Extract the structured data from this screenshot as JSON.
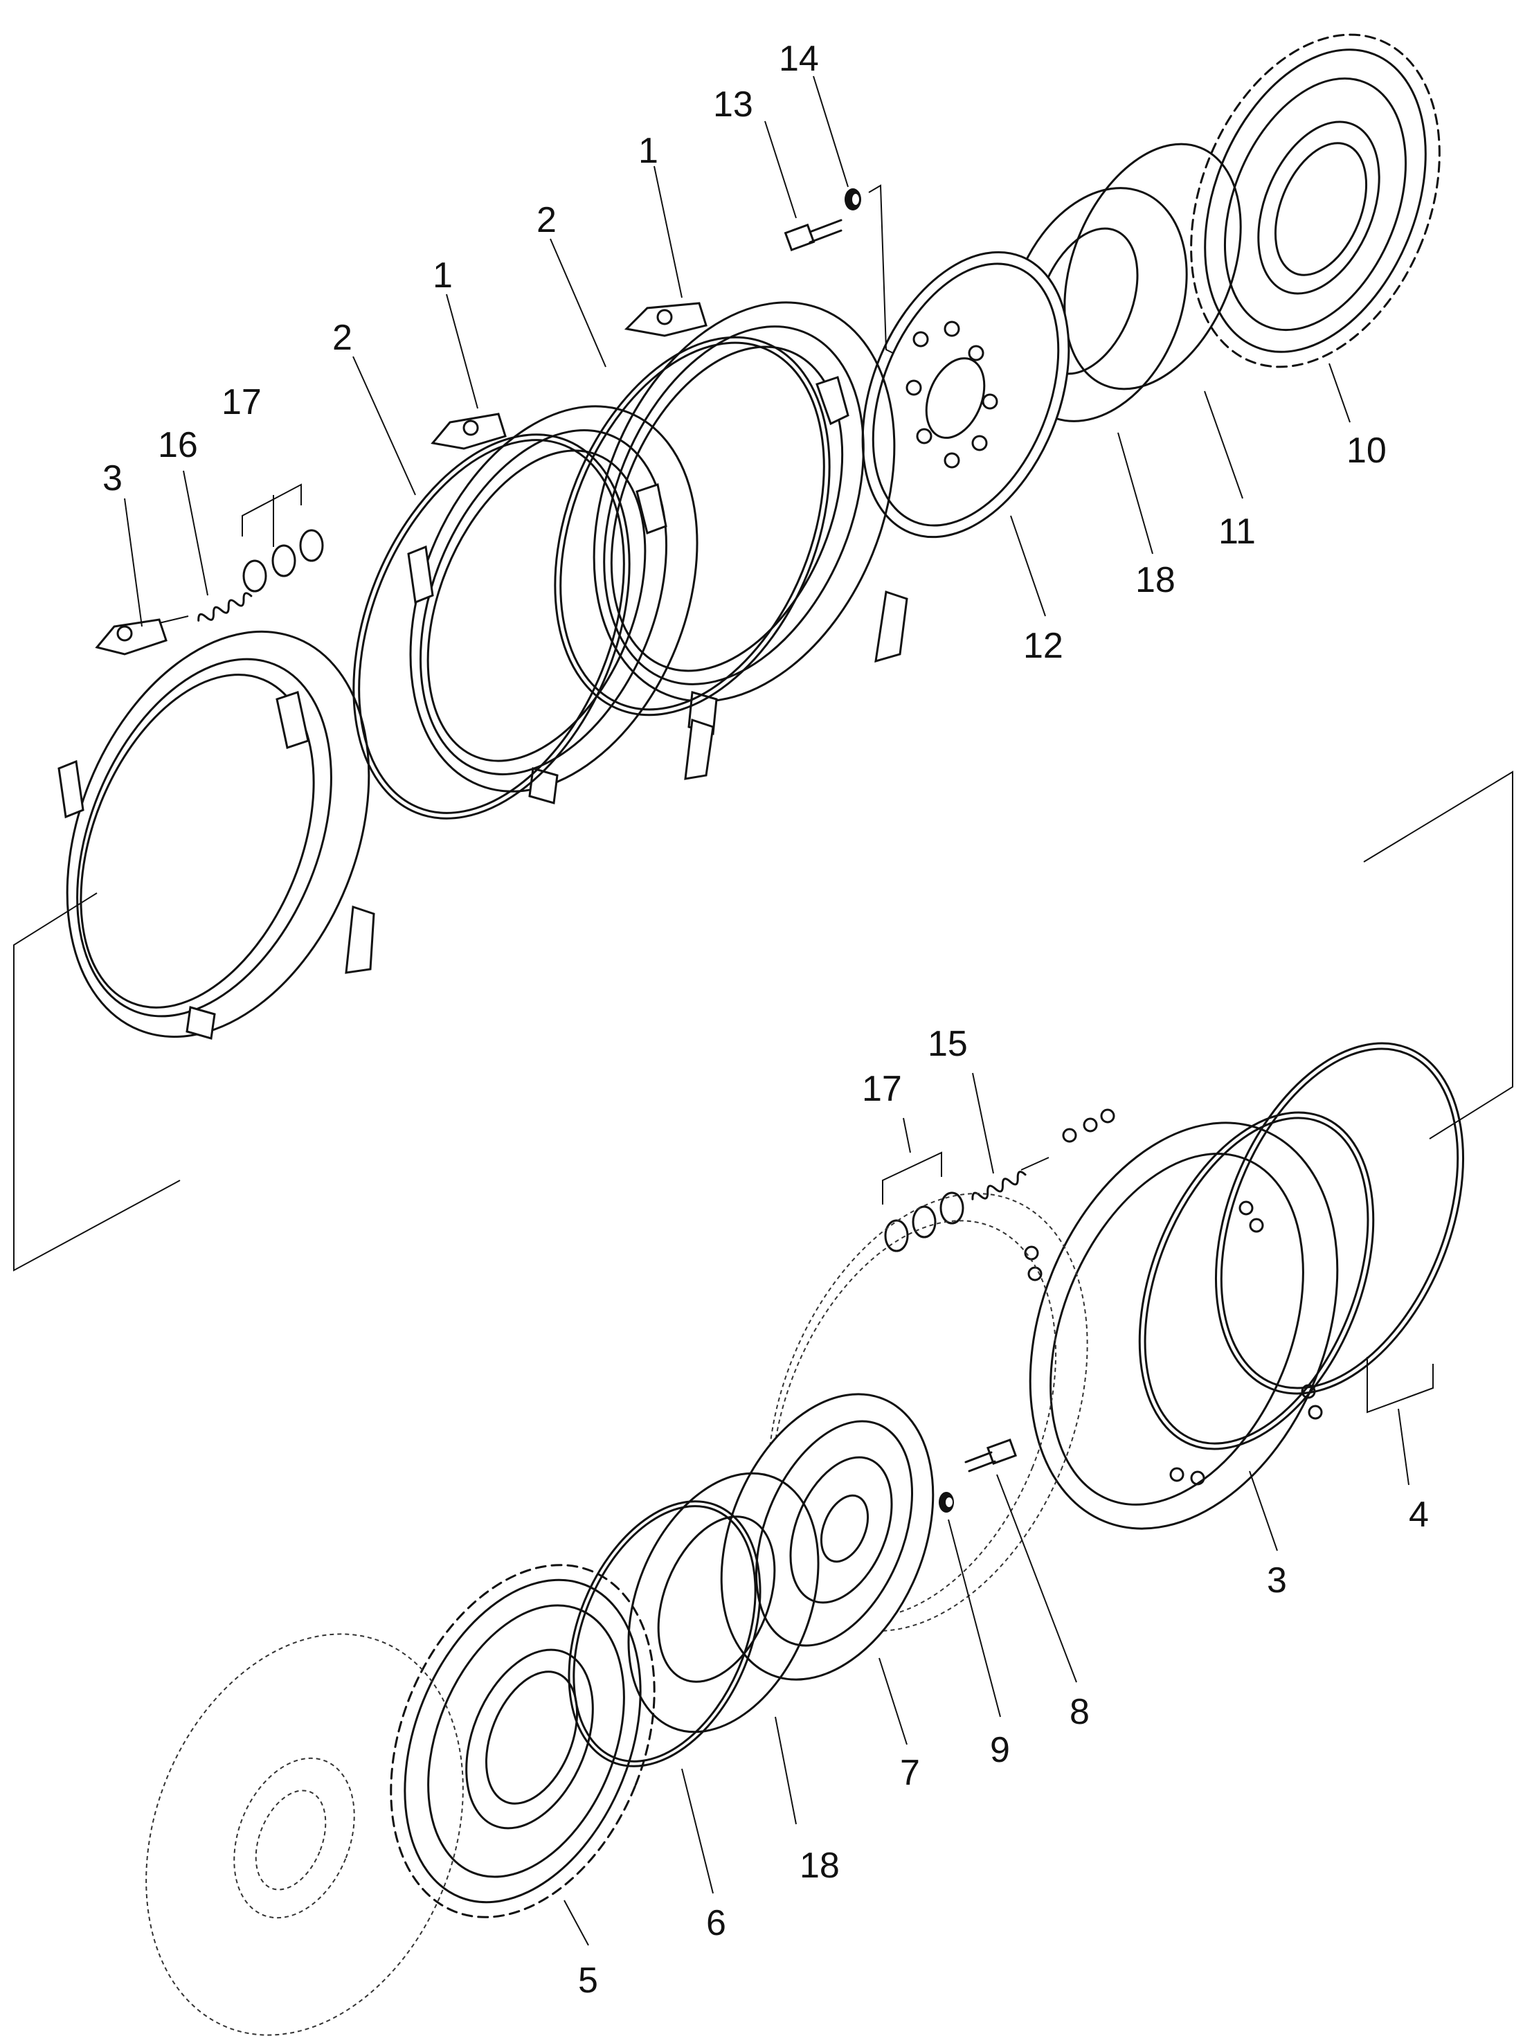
{
  "labels": [
    {
      "id": "13",
      "text": "13"
    },
    {
      "id": "14",
      "text": "14"
    },
    {
      "id": "1a",
      "text": "1"
    },
    {
      "id": "2a",
      "text": "2"
    },
    {
      "id": "1b",
      "text": "1"
    },
    {
      "id": "2b",
      "text": "2"
    },
    {
      "id": "17a",
      "text": "17"
    },
    {
      "id": "16",
      "text": "16"
    },
    {
      "id": "3a",
      "text": "3"
    },
    {
      "id": "10",
      "text": "10"
    },
    {
      "id": "11",
      "text": "11"
    },
    {
      "id": "18a",
      "text": "18"
    },
    {
      "id": "12",
      "text": "12"
    },
    {
      "id": "15",
      "text": "15"
    },
    {
      "id": "17b",
      "text": "17"
    },
    {
      "id": "4",
      "text": "4"
    },
    {
      "id": "3b",
      "text": "3"
    },
    {
      "id": "8",
      "text": "8"
    },
    {
      "id": "9",
      "text": "9"
    },
    {
      "id": "7",
      "text": "7"
    },
    {
      "id": "18b",
      "text": "18"
    },
    {
      "id": "6",
      "text": "6"
    },
    {
      "id": "5",
      "text": "5"
    }
  ]
}
